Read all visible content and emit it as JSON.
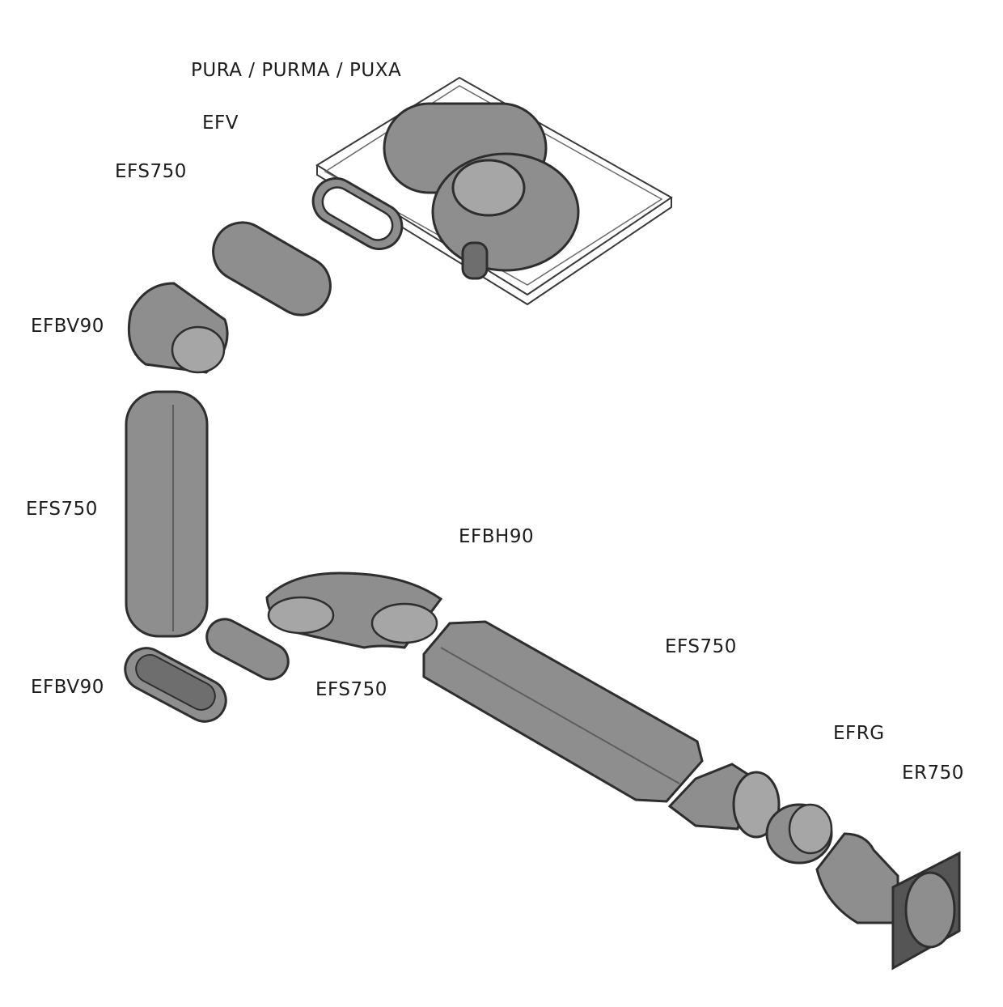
{
  "labels": {
    "hood": "PURA / PURMA / PUXA",
    "efv": "EFV",
    "efs750_top": "EFS750",
    "efbv90_top": "EFBV90",
    "efs750_vertical": "EFS750",
    "efbh90": "EFBH90",
    "efs750_long": "EFS750",
    "efbv90_bottom": "EFBV90",
    "efs750_short": "EFS750",
    "efrg": "EFRG",
    "er750": "ER750"
  },
  "colors": {
    "part_fill": "#8e8e8e",
    "part_light": "#a6a6a6",
    "part_dark": "#555555",
    "outline": "#2e2e2e",
    "label": "#1c1c1c"
  }
}
